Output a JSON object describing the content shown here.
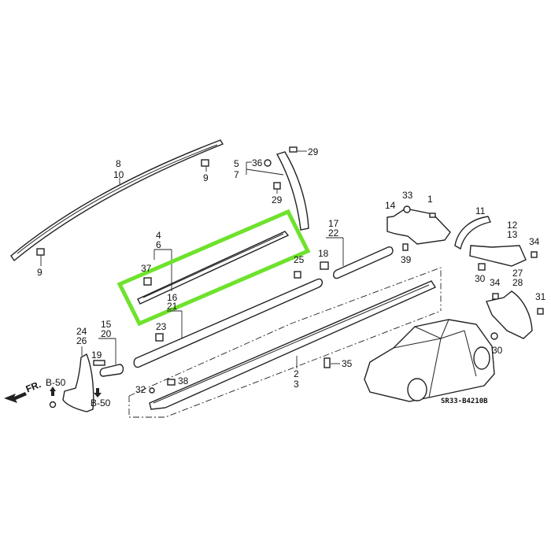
{
  "diagram": {
    "labels": {
      "l8": "8",
      "l10": "10",
      "l9a": "9",
      "l9b": "9",
      "l5": "5",
      "l7": "7",
      "l36": "36",
      "l29a": "29",
      "l29b": "29",
      "l4": "4",
      "l6": "6",
      "l37": "37",
      "l16": "16",
      "l21": "21",
      "l23": "23",
      "l25": "25",
      "l18": "18",
      "l17": "17",
      "l22": "22",
      "l14": "14",
      "l33": "33",
      "l1": "1",
      "l11": "11",
      "l12": "12",
      "l13": "13",
      "l34a": "34",
      "l30a": "30",
      "l34b": "34",
      "l27": "27",
      "l28": "28",
      "l31": "31",
      "l30b": "30",
      "l39": "39",
      "l35": "35",
      "l2": "2",
      "l3": "3",
      "l15": "15",
      "l20": "20",
      "l24": "24",
      "l26": "26",
      "l19": "19",
      "l38": "38",
      "l32": "32",
      "lb50a": "B-50",
      "lb50b": "B-50",
      "lfr": "FR."
    },
    "code": "SR33-B4210B",
    "highlight_color": "#6ee22c"
  }
}
